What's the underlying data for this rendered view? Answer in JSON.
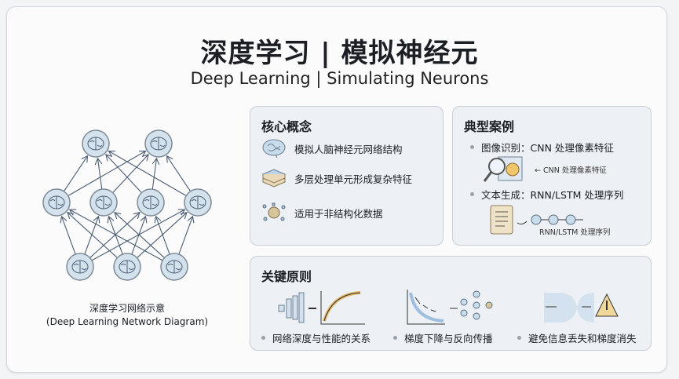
{
  "header": {
    "title": "深度学习 | 模拟神经元",
    "subtitle": "Deep Learning | Simulating Neurons"
  },
  "diagram": {
    "caption_cn": "深度学习网络示意",
    "caption_en": "(Deep Learning Network Diagram)",
    "layers": [
      2,
      4,
      3
    ]
  },
  "core": {
    "title": "核心概念",
    "items": [
      {
        "icon": "brain-icon",
        "label": "模拟人脑神经元网络结构"
      },
      {
        "icon": "layers-icon",
        "label": "多层处理单元形成复杂特征"
      },
      {
        "icon": "data-scatter-icon",
        "label": "适用于非结构化数据"
      }
    ]
  },
  "examples": {
    "title": "典型案例",
    "image": {
      "label": "图像识别：CNN 处理像素特征",
      "note": "← CNN 处理像素特征"
    },
    "text": {
      "label": "文本生成：RNN/LSTM 处理序列",
      "note": "RNN/LSTM 处理序列"
    }
  },
  "principles": {
    "title": "关键原则",
    "items": [
      {
        "icon": "depth-performance-icon",
        "label": "网络深度与性能的关系"
      },
      {
        "icon": "gradient-descent-icon",
        "label": "梯度下降与反向传播"
      },
      {
        "icon": "bottleneck-warning-icon",
        "label": "避免信息丢失和梯度消失"
      }
    ]
  }
}
